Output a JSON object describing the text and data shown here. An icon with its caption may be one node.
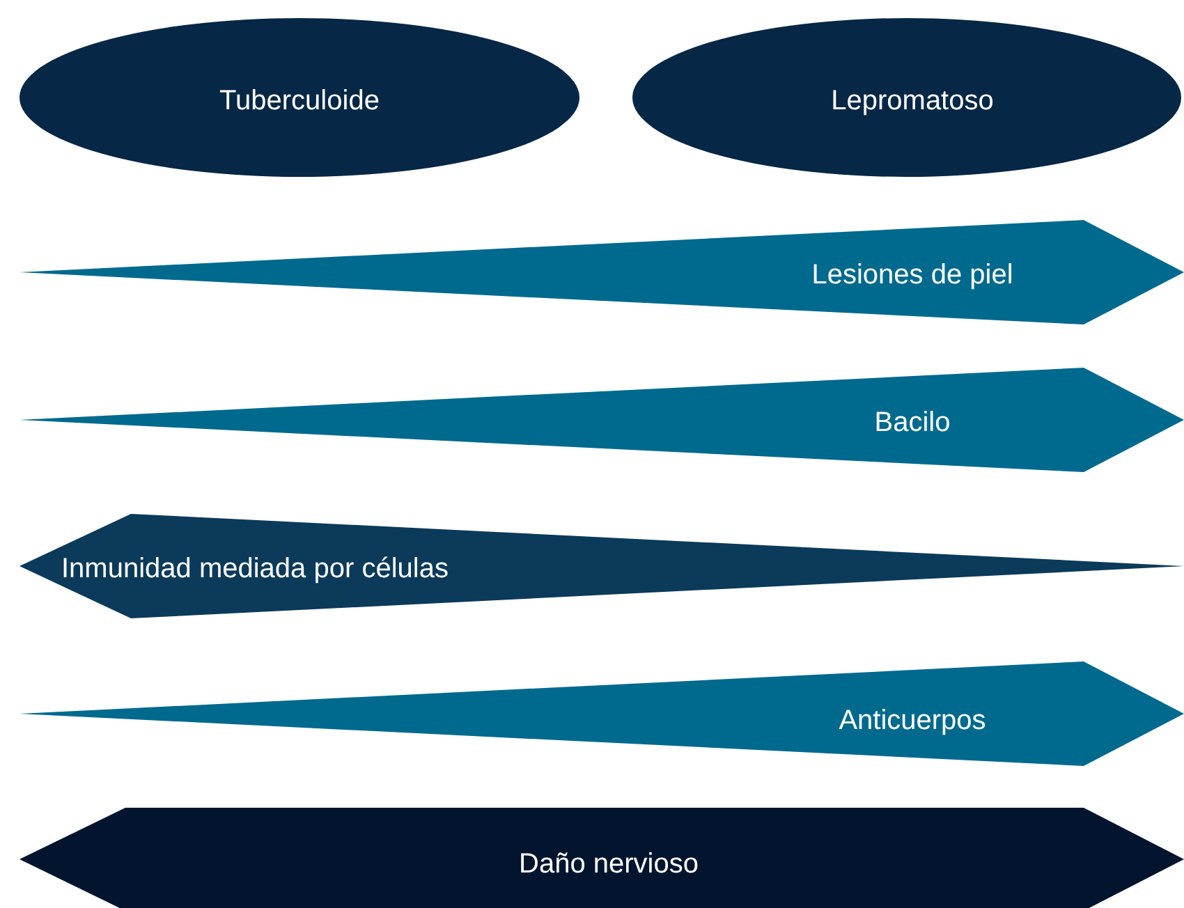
{
  "diagram": {
    "nodes": [
      {
        "text": [
          "Tuberculoide"
        ]
      },
      {
        "text": [
          "Lepromatoso"
        ]
      },
      {
        "text": [
          "Lesiones de piel"
        ]
      },
      {
        "text": [
          "Bacilo"
        ]
      },
      {
        "text": [
          "Inmunidad mediada por células"
        ]
      },
      {
        "text": [
          "Anticuerpos"
        ]
      },
      {
        "text": [
          "Daño nervioso"
        ]
      }
    ],
    "edges": []
  }
}
